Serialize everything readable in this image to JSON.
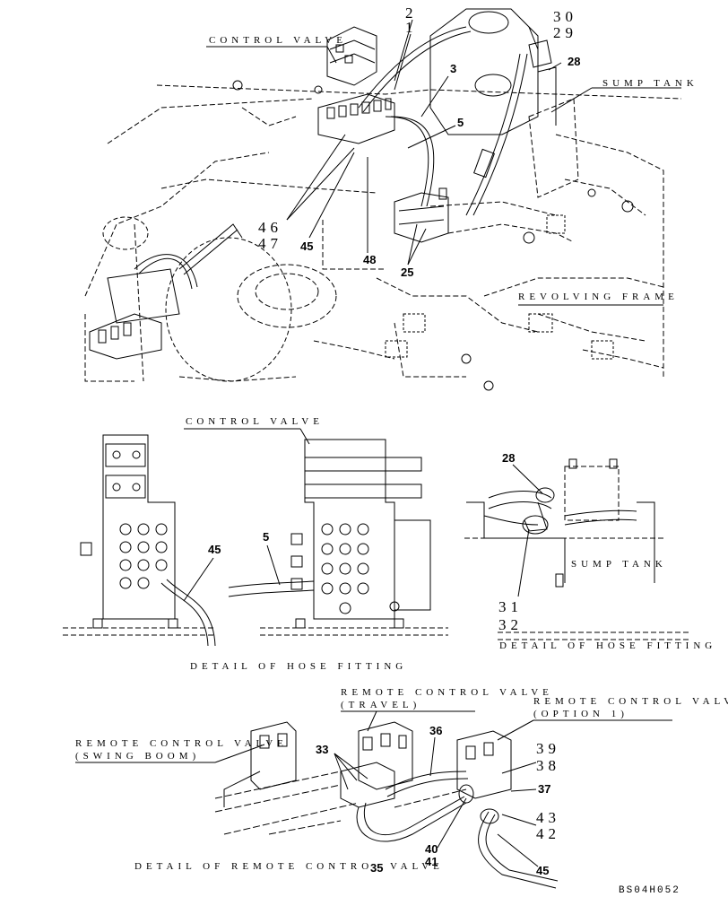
{
  "top_view": {
    "labels": {
      "control_valve": "CONTROL VALVE",
      "sump_tank": "SUMP TANK",
      "revolving_frame": "REVOLVING FRAME"
    },
    "part_numbers": {
      "p2": "2",
      "p1": "1",
      "p3": "3",
      "p5": "5",
      "p30": "30",
      "p29": "29",
      "p28": "28",
      "p46": "46",
      "p47": "47",
      "p45": "45",
      "p48": "48",
      "p25": "25"
    }
  },
  "detail_hose_fitting_left": {
    "title": "DETAIL OF HOSE FITTING",
    "label_control_valve": "CONTROL VALVE",
    "part_numbers": {
      "p45": "45",
      "p5": "5"
    }
  },
  "detail_hose_fitting_right": {
    "title": "DETAIL OF HOSE FITTING",
    "label_sump_tank": "SUMP TANK",
    "part_numbers": {
      "p28": "28",
      "p31": "31",
      "p32": "32"
    }
  },
  "detail_remote_control_valve": {
    "title": "DETAIL OF REMOTE CONTROL VALVE",
    "label_travel_1": "REMOTE CONTROL VALVE",
    "label_travel_2": "(TRAVEL)",
    "label_option_1": "REMOTE CONTROL VALVE",
    "label_option_2": "(OPTION 1)",
    "label_swing_1": "REMOTE CONTROL VALVE",
    "label_swing_2": "(SWING BOOM)",
    "part_numbers": {
      "p33": "33",
      "p36": "36",
      "p39": "39",
      "p38": "38",
      "p37": "37",
      "p43": "43",
      "p42": "42",
      "p40": "40",
      "p41": "41",
      "p35": "35",
      "p45": "45"
    }
  },
  "drawing_code": "BS04H052"
}
